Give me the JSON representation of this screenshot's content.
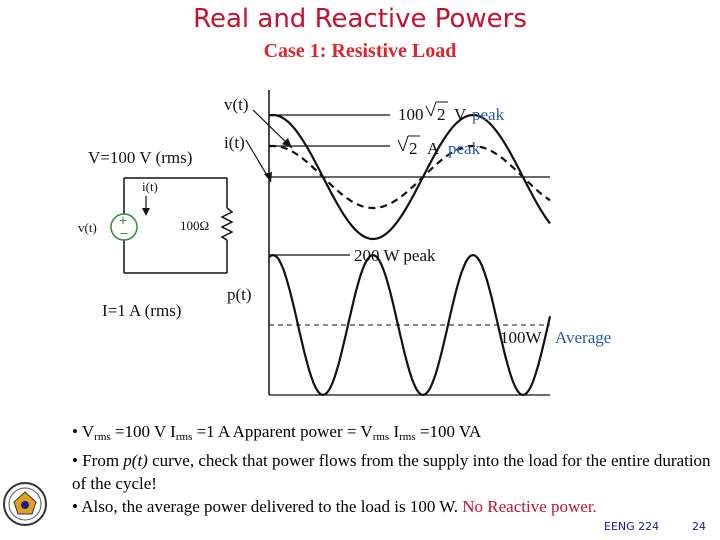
{
  "header": {
    "title": "Real and Reactive Powers",
    "subtitle": "Case 1: Resistive Load"
  },
  "figure": {
    "labels": {
      "v_t": "v(t)",
      "i_t": "i(t)",
      "p_t": "p(t)",
      "v_rms": "V=100 V (rms)",
      "i_rms": "I=1 A (rms)",
      "v_source": "v(t)",
      "i_branch": "i(t)",
      "resistor": "100Ω",
      "v_peak_value": "100",
      "v_peak_root": "2",
      "v_peak_unit": "V",
      "v_peak_word": "peak",
      "i_peak_root": "2",
      "i_peak_unit": "A",
      "i_peak_word": "peak",
      "p_peak": "200 W peak",
      "p_avg_value": "100W",
      "p_avg_word": "Average",
      "plus": "+",
      "minus": "−"
    },
    "colors": {
      "accent_blue": "#2a5aa8",
      "source_green": "#2e8b3a"
    }
  },
  "bullets": {
    "b1": {
      "prefix": "• V",
      "sub1": "rms",
      "mid1": " =100 V I",
      "sub2": "rms",
      "mid2": " =1 A   Apparent power = V",
      "sub3": "rms",
      "mid3": " I",
      "sub4": "rms",
      "end": " =100 VA"
    },
    "b2": {
      "prefix": "• From ",
      "italic": "p(t)",
      "rest": " curve, check that power flows from the supply into the load for the entire duration of the cycle!"
    },
    "b3": {
      "text": "• Also, the average power delivered to the load is 100 W. ",
      "highlight": "No Reactive power."
    }
  },
  "footer": {
    "course": "EENG 224",
    "page": "24"
  },
  "colors": {
    "title_red": "#c8102e",
    "subtitle_red": "#e0242e",
    "footer_blue": "#1a1a8c"
  }
}
